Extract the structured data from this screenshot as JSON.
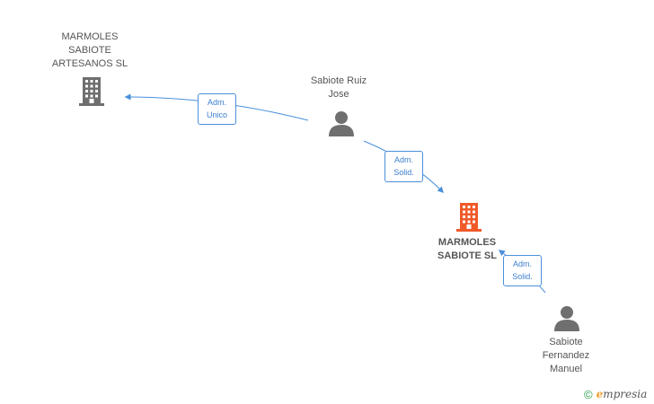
{
  "nodes": {
    "artesanos": {
      "label": "MARMOLES\nSABIOTE\nARTESANOS SL",
      "type": "company",
      "color": "#6f6f6f"
    },
    "ruiz": {
      "label": "Sabiote Ruiz\nJose",
      "type": "person",
      "color": "#6f6f6f"
    },
    "focus": {
      "label": "MARMOLES\nSABIOTE SL",
      "type": "company",
      "color": "#f05a28"
    },
    "fernandez": {
      "label": "Sabiote\nFernandez\nManuel",
      "type": "person",
      "color": "#6f6f6f"
    }
  },
  "edges": {
    "e1": {
      "label": "Adm.\nUnico",
      "from": "ruiz",
      "to": "artesanos"
    },
    "e2": {
      "label": "Adm.\nSolid.",
      "from": "ruiz",
      "to": "focus"
    },
    "e3": {
      "label": "Adm.\nSolid.",
      "from": "fernandez",
      "to": "focus"
    }
  },
  "footer": {
    "copyright_symbol": "©",
    "brand_initial": "e",
    "brand_rest": "mpresia"
  },
  "colors": {
    "edge": "#4a8fdc",
    "badge_text": "#3a7fd0",
    "focus": "#f05a28",
    "neutral": "#6f6f6f"
  }
}
